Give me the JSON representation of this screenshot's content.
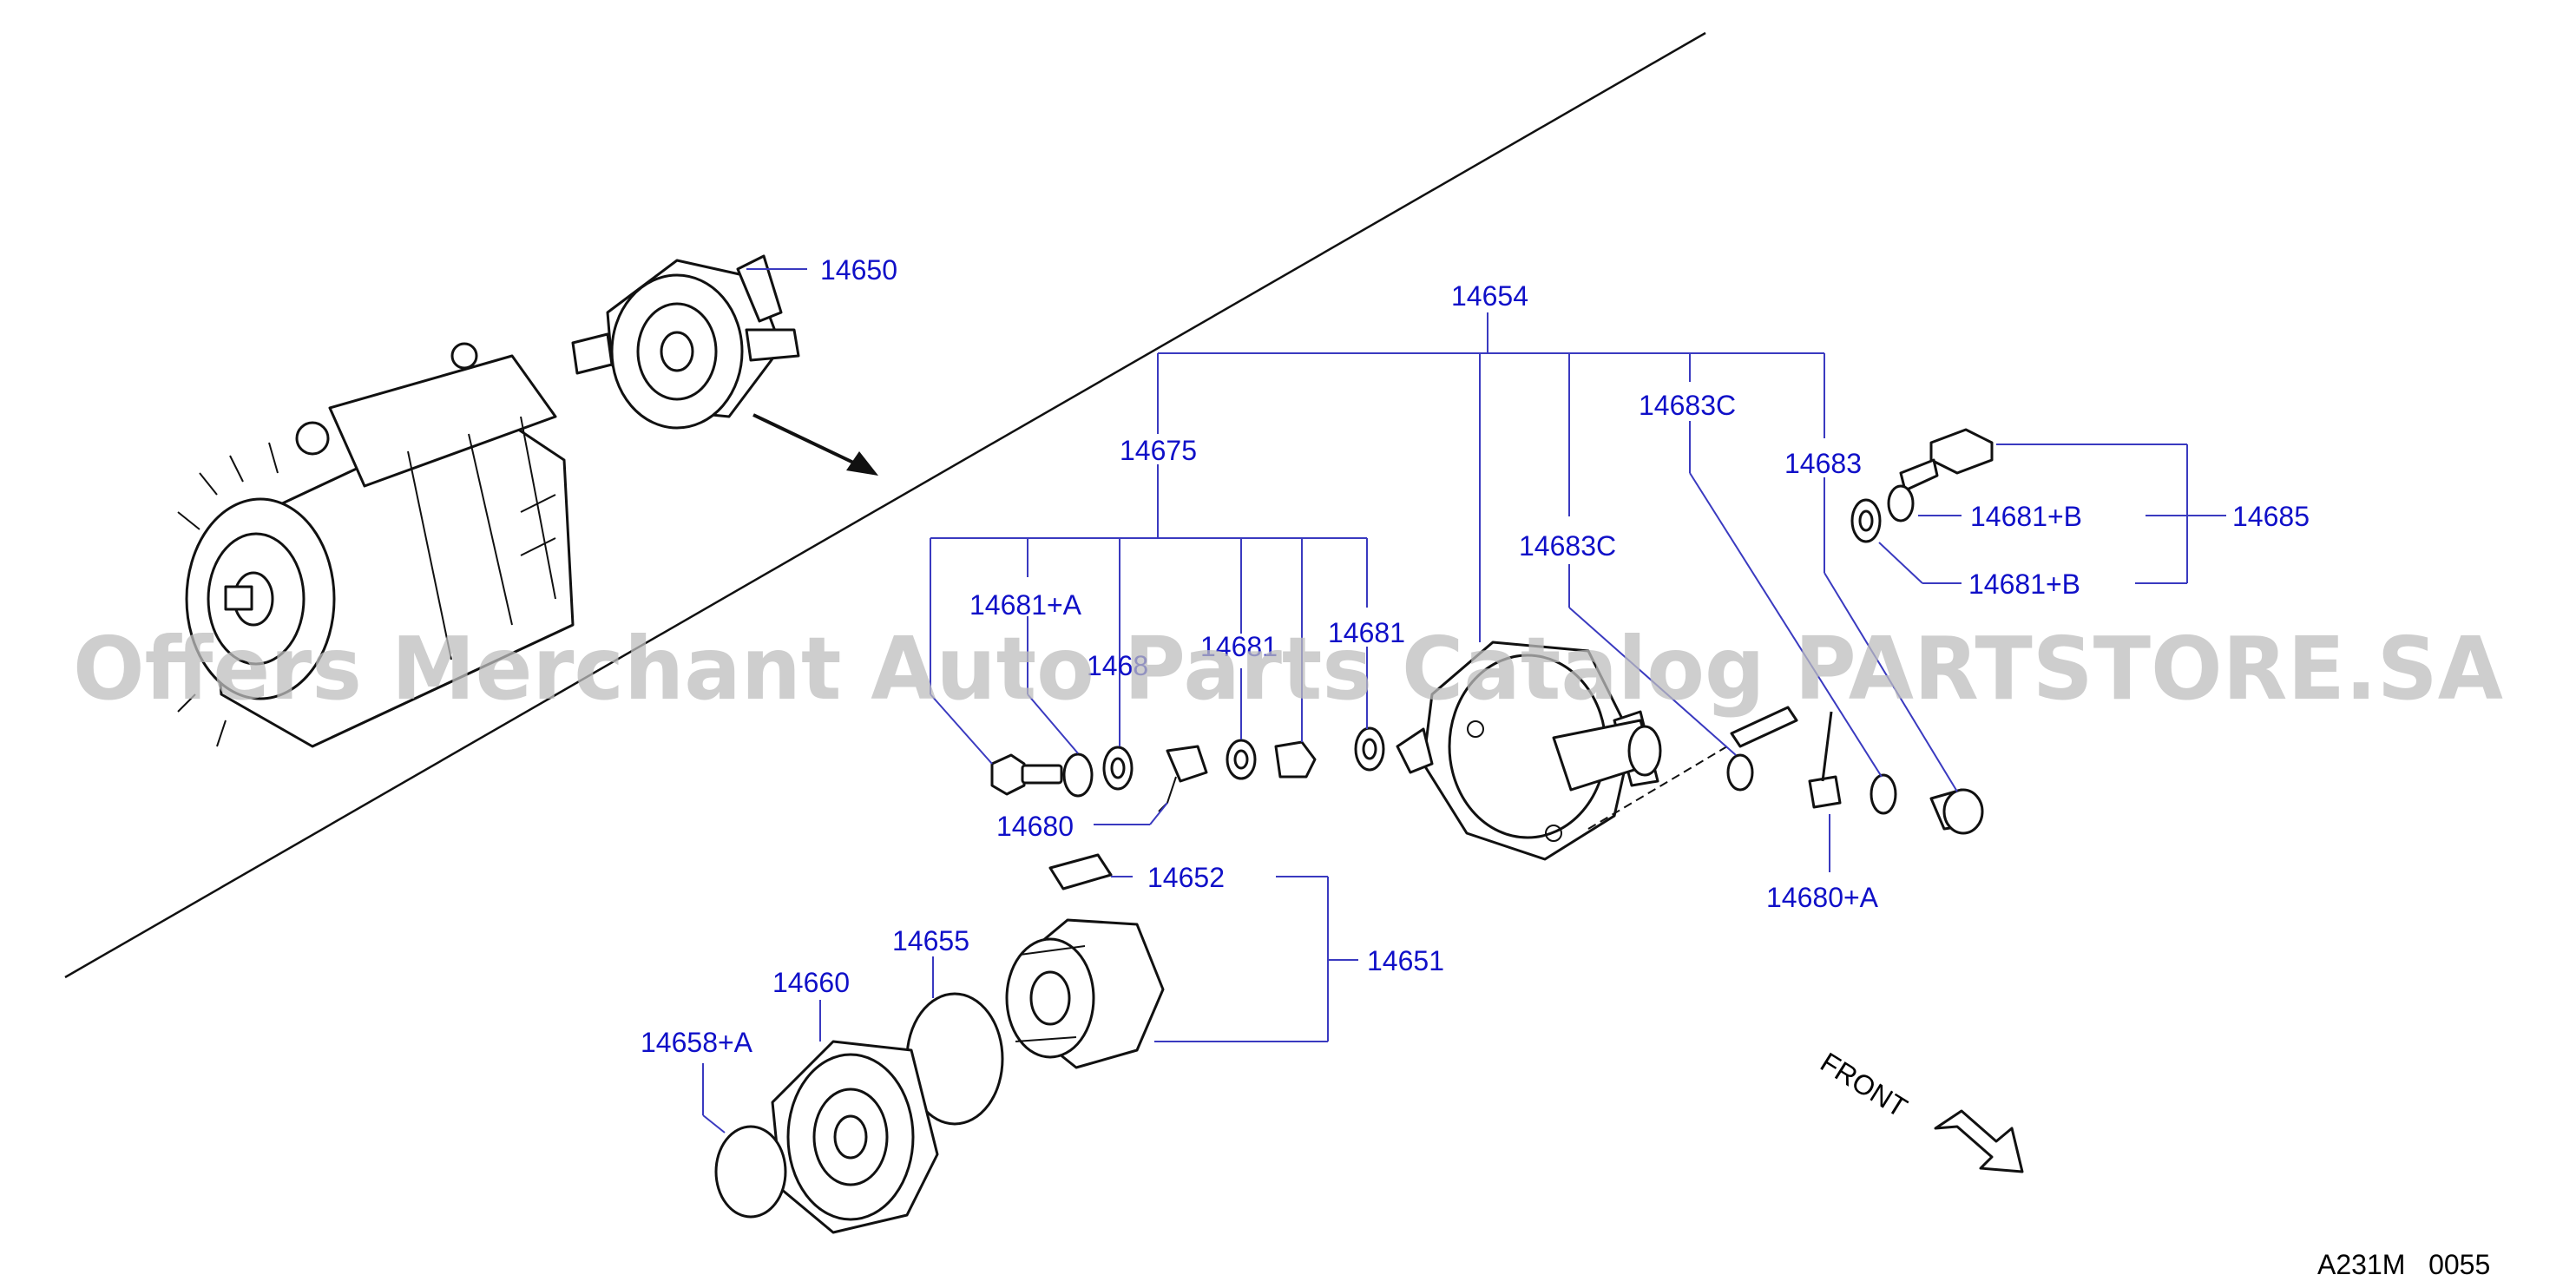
{
  "watermark": "Offers Merchant Auto Parts Catalog PARTSTORE.SA",
  "diagram_code": "A231M   0055",
  "front_label": "FRONT",
  "part_labels": {
    "p14650": "14650",
    "p14654": "14654",
    "p14675": "14675",
    "p14683C_a": "14683C",
    "p14683C_b": "14683C",
    "p14683": "14683",
    "p14681B_a": "14681+B",
    "p14681B_b": "14681+B",
    "p14685": "14685",
    "p14681A": "14681+A",
    "p14681_a": "1468",
    "p14681_b": "14681",
    "p14681_c": "14681",
    "p14680": "14680",
    "p14680A": "14680+A",
    "p14652": "14652",
    "p14651": "14651",
    "p14655": "14655",
    "p14660": "14660",
    "p14658A": "14658+A"
  }
}
